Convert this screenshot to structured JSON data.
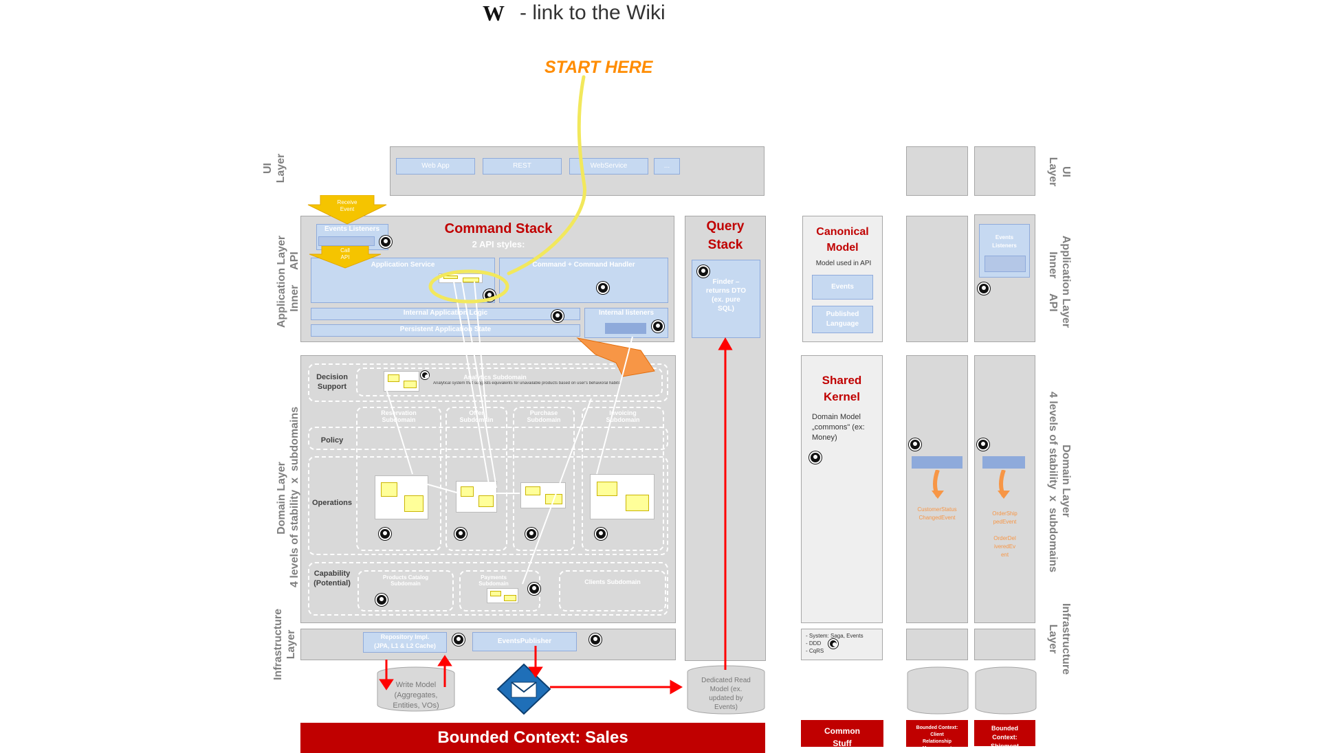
{
  "header": {
    "wiki_text": "- link to the Wiki",
    "start_here": "START HERE"
  },
  "layers": {
    "ui": "UI\nLayer",
    "application": "Application Layer\nInner     API",
    "domain": "Domain Layer\n4 levels of stability  x  subdomains",
    "infrastructure": "Infrastructure\nLayer"
  },
  "ui_layer": {
    "web_app": "Web App",
    "rest": "REST",
    "webservice": "WebService",
    "more": "..."
  },
  "command_stack": {
    "title": "Command Stack",
    "subtitle": "2 API styles:",
    "events_listeners": "Events Listeners",
    "receive_event": "Receive\nEvent",
    "call_api": "Call\nAPI",
    "application_service": "Application Service",
    "command_handler": "Command + Command Handler",
    "internal_logic": "Internal Application Logic",
    "internal_listeners": "Internal listeners",
    "persistent_state": "Persistent Application State"
  },
  "query_stack": {
    "title": "Query\nStack",
    "finder": "Finder –\nreturns DTO\n(ex. pure\nSQL)"
  },
  "domain": {
    "decision_support": "Decision\nSupport",
    "policy": "Policy",
    "operations": "Operations",
    "capability": "Capability\n(Potential)",
    "analytics_subdomain": "Analytics Subdomain",
    "analytics_desc": "Analytical system that suggests equivalents for unavailable products based on user's behavioral habits",
    "reservation": "Reservation\nSubdomain",
    "offer": "Offer\nSubdomain",
    "purchase": "Purchase\nSubdomain",
    "invoicing": "Invoicing\nSubdomain",
    "products_catalog": "Products Catalog\nSubdomain",
    "payments": "Payments\nSubdomain",
    "clients": "Clients Subdomain"
  },
  "infrastructure": {
    "repository": "Repository Impl.\n(JPA, L1 & L2 Cache)",
    "events_publisher": "EventsPublisher",
    "write_model": "Write Model\n(Aggregates,\nEntities, VOs)",
    "read_model": "Dedicated Read\nModel (ex.\nupdated by\nEvents)"
  },
  "canonical": {
    "title": "Canonical\nModel",
    "subtitle": "Model used in API",
    "events": "Events",
    "published_language": "Published\nLanguage"
  },
  "shared_kernel": {
    "title": "Shared\nKernel",
    "desc": "Domain Model\n„commons\" (ex:\nMoney)"
  },
  "common_infra": {
    "lines": "- System: Saga, Events\n- DDD\n- CqRS"
  },
  "crm": {
    "event": "CustomerStatus\nChangedEvent",
    "bar": "Bounded Context:\nClient\nRelationship\nManagement"
  },
  "shipment": {
    "events_listeners": "Events\nListeners",
    "event1": "OrderShip\npedEvent",
    "event2": "OrderDel\niveredEv\nent",
    "bar": "Bounded\nContext:\nShipment"
  },
  "bars": {
    "sales": "Bounded Context: Sales",
    "common": "Common\nStuff"
  },
  "colors": {
    "red": "#c00000",
    "orange": "#ff8c00",
    "yellow": "#f2e85c",
    "chip": "#c6d9f1",
    "panel": "#d9d9d9"
  }
}
